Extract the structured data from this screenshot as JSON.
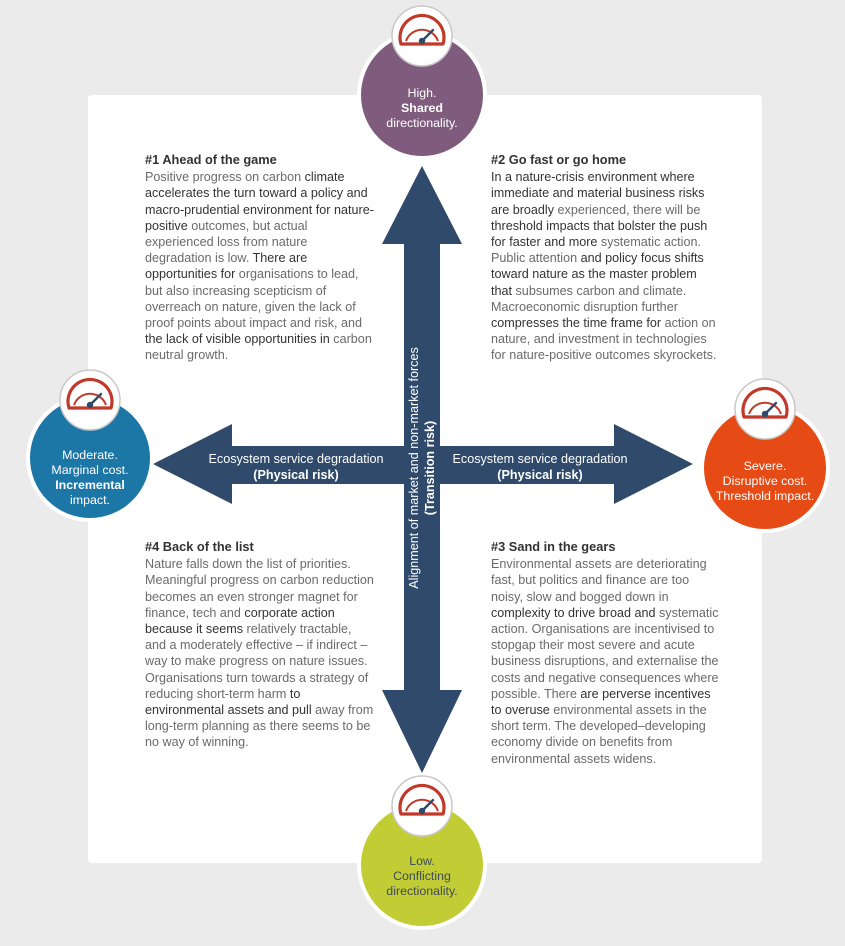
{
  "quadrants": {
    "q1": {
      "title": "#1 Ahead of the game",
      "segments": [
        {
          "t": "Positive progress on carbon ",
          "hl": false
        },
        {
          "t": "climate accelerates the turn toward a policy and macro-prudential environment for nature-positive",
          "hl": true
        },
        {
          "t": " outcomes, but actual experienced loss from nature degradation is low. ",
          "hl": false
        },
        {
          "t": "There are opportunities for",
          "hl": true
        },
        {
          "t": " organisations  to lead, but also increasing scepticism of overreach on nature, given the lack of proof points about impact and risk, and ",
          "hl": false
        },
        {
          "t": "the lack of visible opportunities in",
          "hl": true
        },
        {
          "t": " carbon neutral growth.",
          "hl": false
        }
      ]
    },
    "q2": {
      "title": "#2 Go fast or go home",
      "segments": [
        {
          "t": "In a nature-crisis environment where immediate and material business risks are broadly",
          "hl": true
        },
        {
          "t": " experienced, there will be ",
          "hl": false
        },
        {
          "t": "threshold impacts that bolster the push for faster and more",
          "hl": true
        },
        {
          "t": " systematic action. Public attention ",
          "hl": false
        },
        {
          "t": "and policy focus shifts toward nature as the master problem that",
          "hl": true
        },
        {
          "t": " subsumes carbon and climate. Macroeconomic disruption further ",
          "hl": false
        },
        {
          "t": "compresses the time frame for",
          "hl": true
        },
        {
          "t": " action on nature, and investment in technologies for nature-positive outcomes skyrockets.",
          "hl": false
        }
      ]
    },
    "q3": {
      "title": "#3 Sand in the gears",
      "segments": [
        {
          "t": "Environmental assets are deteriorating fast, but politics and finance are too noisy, slow and bogged down in ",
          "hl": false
        },
        {
          "t": "complexity to drive broad and",
          "hl": true
        },
        {
          "t": " systematic action. Organisations are incentivised to stopgap their most severe and acute business disruptions, and externalise the costs and negative consequences where possible. There ",
          "hl": false
        },
        {
          "t": "are perverse incentives to overuse",
          "hl": true
        },
        {
          "t": " environmental assets in the short term. The developed–developing economy divide on benefits from environmental assets widens.",
          "hl": false
        }
      ]
    },
    "q4": {
      "title": "#4 Back of the list",
      "segments": [
        {
          "t": "Nature falls down the list of priorities. Meaningful progress on carbon reduction becomes an even stronger magnet for finance, tech and ",
          "hl": false
        },
        {
          "t": "corporate action because it seems",
          "hl": true
        },
        {
          "t": " relatively tractable, and a moderately effective – if indirect – way to make progress on nature issues. Organisations  turn towards a strategy of reducing short-term harm ",
          "hl": false
        },
        {
          "t": "to environmental assets and pull",
          "hl": true
        },
        {
          "t": " away from long-term planning as there seems to be no way of winning.",
          "hl": false
        }
      ]
    }
  },
  "circles": {
    "top": {
      "lines": [
        {
          "t": "High.",
          "b": false
        },
        {
          "t": "Shared",
          "b": true
        },
        {
          "t": "directionality.",
          "b": false
        }
      ],
      "color": "#7f5b7d",
      "icon": "gauge-icon"
    },
    "left": {
      "lines": [
        {
          "t": "Moderate.",
          "b": false
        },
        {
          "t": "Marginal cost.",
          "b": false
        },
        {
          "t": "Incremental",
          "b": true
        },
        {
          "t": "impact.",
          "b": false
        }
      ],
      "color": "#1d77a6",
      "icon": "gauge-icon"
    },
    "right": {
      "lines": [
        {
          "t": "Severe.",
          "b": false
        },
        {
          "t": "Disruptive cost.",
          "b": false
        },
        {
          "t": "Threshold impact.",
          "b": false
        }
      ],
      "color": "#e64b15",
      "icon": "gauge-icon"
    },
    "bottom": {
      "lines": [
        {
          "t": "Low.",
          "b": false
        },
        {
          "t": "Conflicting",
          "b": false
        },
        {
          "t": "directionality.",
          "b": false
        }
      ],
      "color": "#c2cd36",
      "icon": "gauge-icon"
    }
  },
  "arrows": {
    "left": {
      "line1": "Ecosystem service degradation",
      "line2": "(Physical risk)"
    },
    "right": {
      "line1": "Ecosystem service degradation",
      "line2": "(Physical risk)"
    },
    "vertical": {
      "line1": "Alignment of market and non-market forces",
      "line2": "(Transition risk)"
    },
    "color": "#2f4a6b"
  }
}
